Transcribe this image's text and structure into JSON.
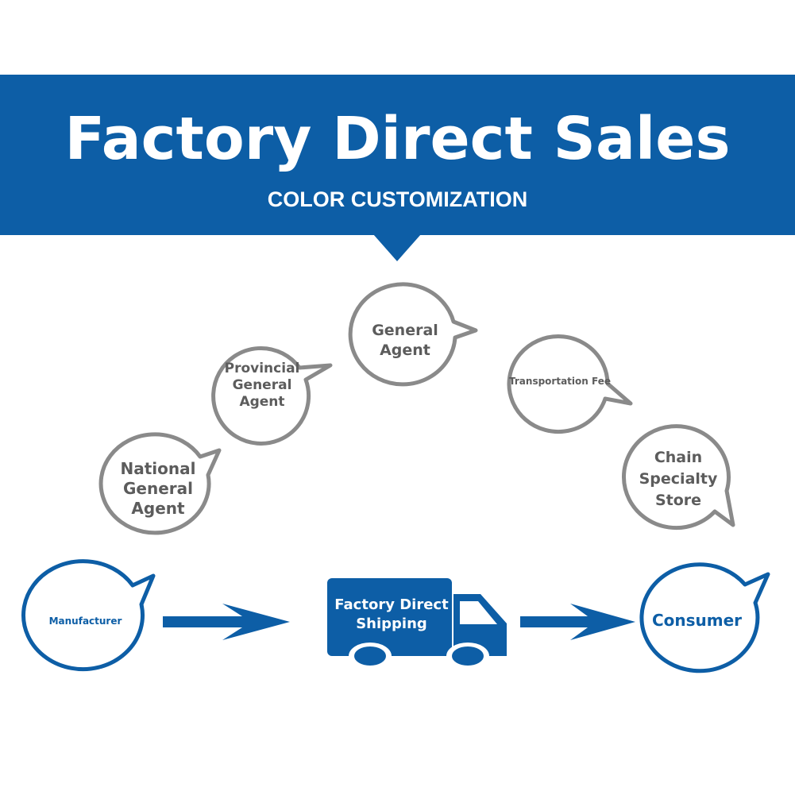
{
  "header": {
    "title": "Factory Direct Sales",
    "subtitle": "COLOR CUSTOMIZATION"
  },
  "colors": {
    "brand_blue": "#0d5ea6",
    "bubble_gray": "#8a8a8a",
    "text_gray": "#5c5c5c",
    "background": "#ffffff"
  },
  "bubbles": {
    "national": "National General Agent",
    "provincial": "Provincial General Agent",
    "general": "General Agent",
    "transport": "Transportation Fee",
    "chain": "Chain Specialty Store",
    "manufacturer": "Manufacturer",
    "consumer": "Consumer"
  },
  "truck": {
    "label": "Factory Direct Shipping",
    "icon": "truck-icon"
  },
  "arrows": [
    "arrow-right-icon",
    "arrow-right-icon"
  ]
}
